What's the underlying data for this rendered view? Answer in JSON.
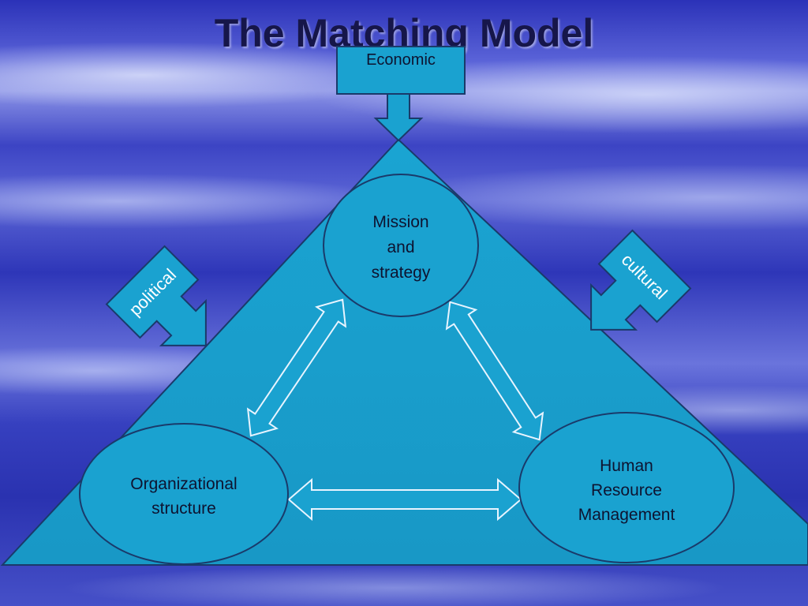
{
  "title": "The Matching Model",
  "inputs": {
    "economic": "Economic",
    "political": "political",
    "cultural": "cultural"
  },
  "nodes": {
    "mission": [
      "Mission",
      "and",
      "strategy"
    ],
    "structure": [
      "Organizational",
      "structure"
    ],
    "hrm": [
      "Human",
      "Resource",
      "Management"
    ]
  },
  "colors": {
    "shape_fill": "#1aa2d0",
    "shape_stroke": "#1a3a6a",
    "title_text": "#16164a"
  }
}
